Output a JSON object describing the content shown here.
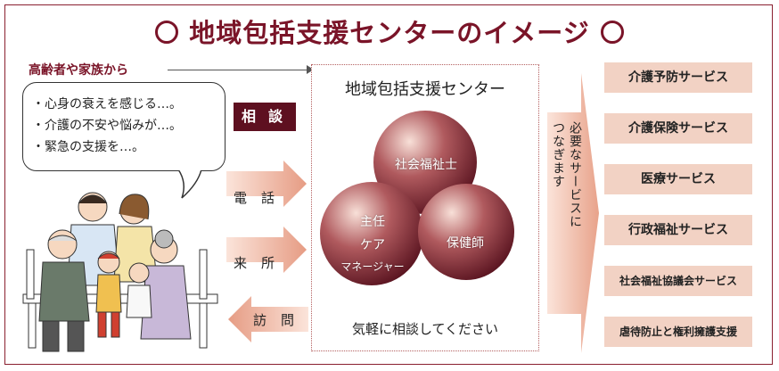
{
  "title": "地域包括支援センターのイメージ",
  "source_label": "高齢者や家族から",
  "bubble_lines": [
    "・心身の衰えを感じる…。",
    "・介護の不安や悩みが…。",
    "・緊急の支援を…。"
  ],
  "consult_label": "相談",
  "channels": {
    "phone": "電話",
    "visit_in": "来所",
    "visit_out": "訪問"
  },
  "center": {
    "title": "地域包括支援センター",
    "roles": {
      "social_worker": "社会福祉士",
      "care_manager_1": "主任",
      "care_manager_2": "ケア",
      "care_manager_3": "マネージャー",
      "nurse": "保健師"
    },
    "footer": "気軽に相談してください"
  },
  "connect_text": {
    "col1": "つなぎます",
    "col2": "必要なサービスに"
  },
  "services": [
    "介護予防サービス",
    "介護保険サービス",
    "医療サービス",
    "行政福祉サービス",
    "社会福祉協議会サービス",
    "虐待防止と権利擁護支援"
  ],
  "colors": {
    "accent": "#7a1428",
    "service_bg": "#f2d2c4",
    "arrow_fill": "#f0b8a4",
    "ball": "#8a2a36"
  }
}
